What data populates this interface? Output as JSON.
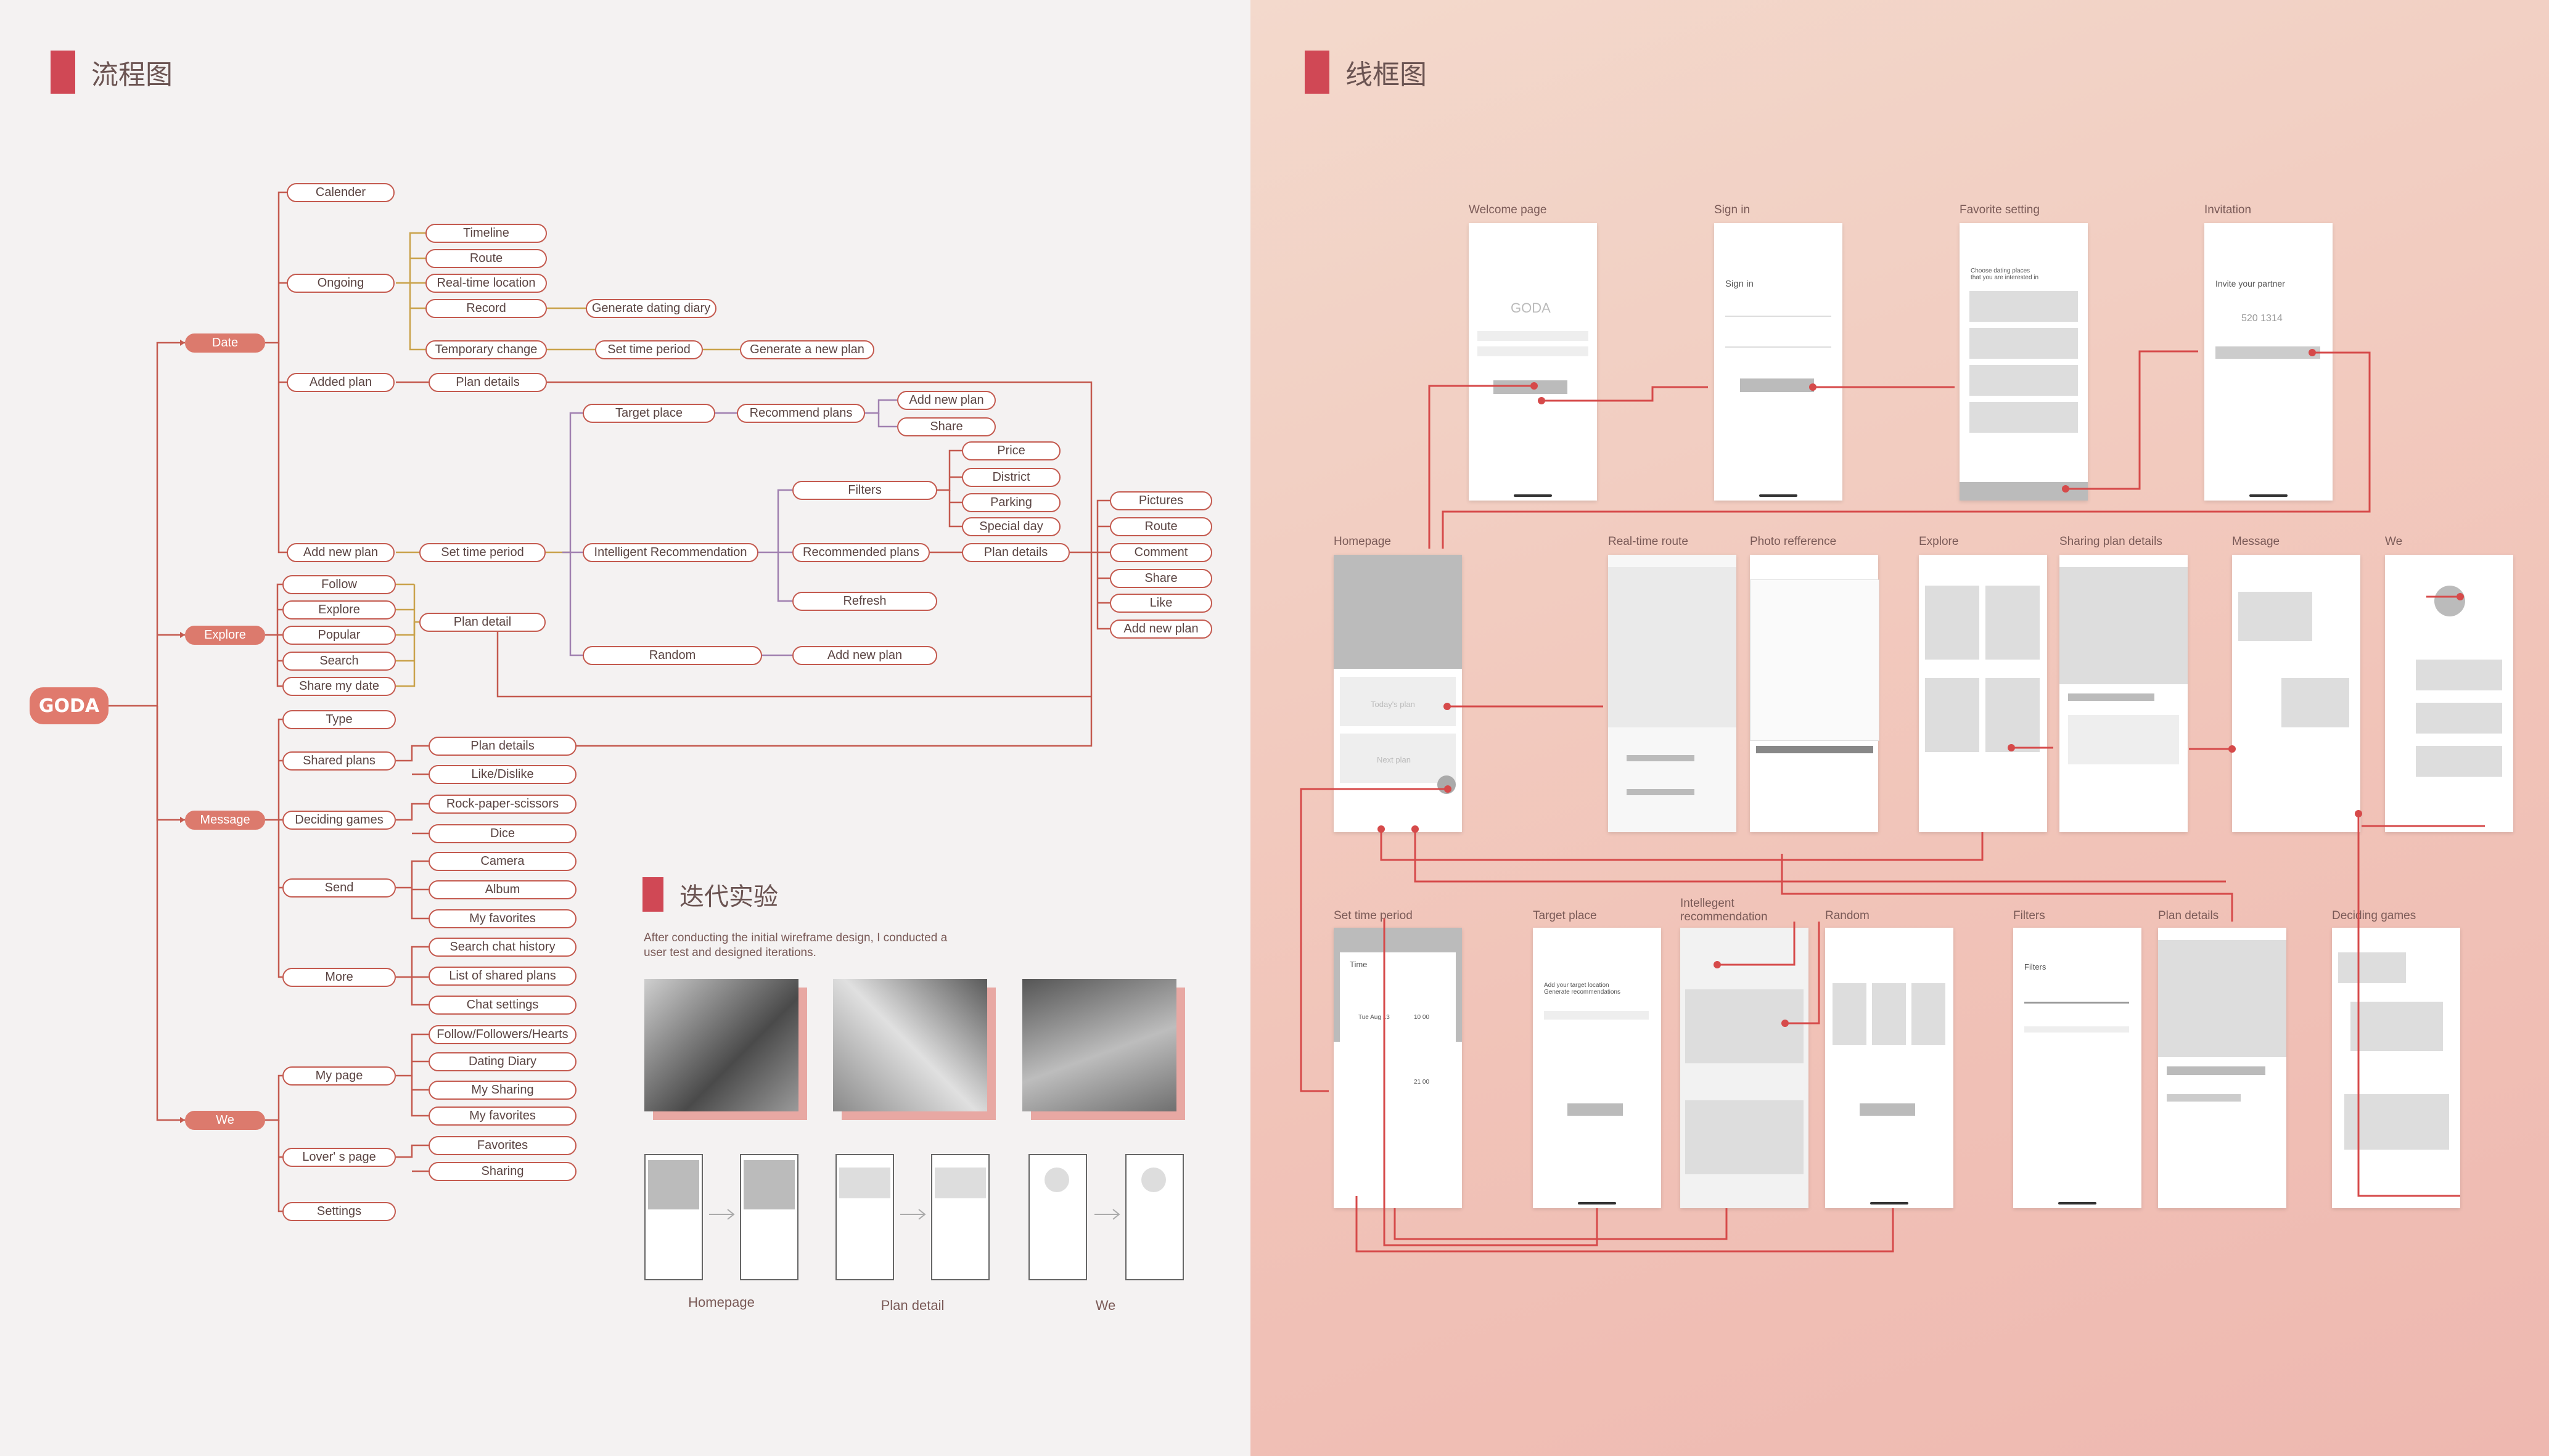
{
  "sections": {
    "flow": "流程图",
    "wire": "线框图",
    "iter": "迭代实验"
  },
  "root": "GODA",
  "main": {
    "date": "Date",
    "explore": "Explore",
    "message": "Message",
    "we": "We"
  },
  "date": {
    "calender": "Calender",
    "ongoing": "Ongoing",
    "added_plan": "Added plan",
    "add_new_plan": "Add new plan",
    "timeline": "Timeline",
    "route": "Route",
    "realtime": "Real-time location",
    "record": "Record",
    "temp_change": "Temporary change",
    "gen_diary": "Generate dating diary",
    "set_time_period": "Set time period",
    "gen_new_plan": "Generate a new plan",
    "plan_details": "Plan details"
  },
  "plan": {
    "set_time_period": "Set time period",
    "target_place": "Target place",
    "recommend_plans": "Recommend plans",
    "add_new_plan": "Add new plan",
    "share": "Share",
    "intelligent": "Intelligent Recommendation",
    "filters": "Filters",
    "price": "Price",
    "district": "District",
    "parking": "Parking",
    "special_day": "Special day",
    "recommended_plans": "Recommended plans",
    "plan_details": "Plan details",
    "refresh": "Refresh",
    "random": "Random",
    "add_new_plan2": "Add new plan",
    "pictures": "Pictures",
    "route": "Route",
    "comment": "Comment",
    "share2": "Share",
    "like": "Like",
    "add_new_plan3": "Add new plan"
  },
  "explore": {
    "follow": "Follow",
    "explore": "Explore",
    "popular": "Popular",
    "search": "Search",
    "share_date": "Share my date",
    "plan_detail": "Plan detail"
  },
  "message": {
    "type": "Type",
    "shared_plans": "Shared plans",
    "deciding": "Deciding games",
    "send": "Send",
    "more": "More",
    "plan_details": "Plan details",
    "like_dislike": "Like/Dislike",
    "rps": "Rock-paper-scissors",
    "dice": "Dice",
    "camera": "Camera",
    "album": "Album",
    "my_favorites": "My favorites",
    "search_chat": "Search chat history",
    "list_shared": "List of shared plans",
    "chat_settings": "Chat settings"
  },
  "we": {
    "my_page": "My page",
    "lover_page": "Lover' s page",
    "settings": "Settings",
    "ffh": "Follow/Followers/Hearts",
    "dating_diary": "Dating Diary",
    "my_sharing": "My Sharing",
    "my_favorites": "My favorites",
    "favorites": "Favorites",
    "sharing": "Sharing"
  },
  "iteration": {
    "caption": "After conducting the initial wireframe design, I conducted a\nuser test and designed iterations.",
    "labels": [
      "Homepage",
      "Plan detail",
      "We"
    ]
  },
  "wire_labels": {
    "welcome": "Welcome page",
    "signin": "Sign in",
    "favorite": "Favorite setting",
    "invitation": "Invitation",
    "homepage": "Homepage",
    "realtime": "Real-time route",
    "photo": "Photo refference",
    "explore": "Explore",
    "sharing": "Sharing plan details",
    "message": "Message",
    "we": "We",
    "set_time": "Set time period",
    "target": "Target place",
    "intelligent": "Intellegent\nrecommendation",
    "random": "Random",
    "filters": "Filters",
    "plan_details": "Plan details",
    "deciding": "Deciding games"
  },
  "wire_text": {
    "goda": "GODA",
    "signin": "Sign in",
    "fav": "Choose dating places\nthat you are interested in",
    "invite": "Invite your partner",
    "code": "520 1314",
    "today": "Today's plan",
    "next": "Next plan",
    "time": "Time",
    "target": "Add your target location\nGenerate recommendations",
    "filters": "Filters",
    "date1": "Tue Aug 13",
    "t1": "10  00",
    "t2": "21  00"
  },
  "colors": {
    "accent": "#d04855",
    "node_border": "#c45a4f",
    "date_line": "#c9a24a",
    "plan_line": "#a080b0",
    "wire_arrow": "#d64a4a"
  }
}
